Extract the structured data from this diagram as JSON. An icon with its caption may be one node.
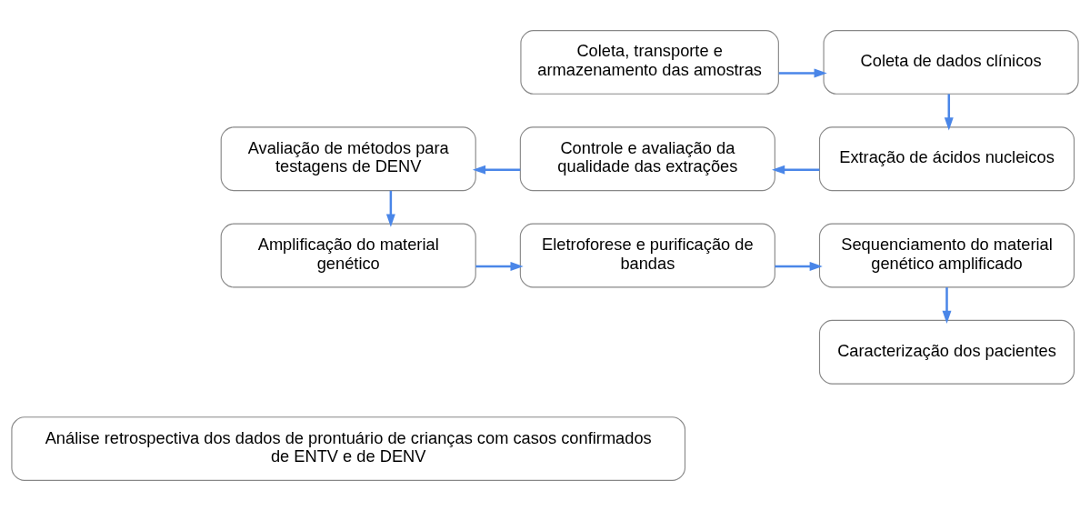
{
  "diagram": {
    "nodes": [
      {
        "text": [
          "Coleta, transporte e armazenamento das amostras"
        ]
      },
      {
        "text": [
          "Coleta de dados clínicos"
        ]
      },
      {
        "text": [
          "Avaliação de métodos para testagens de DENV"
        ]
      },
      {
        "text": [
          "Controle e avaliação da qualidade das extrações"
        ]
      },
      {
        "text": [
          "Extração de ácidos nucleicos"
        ]
      },
      {
        "text": [
          "Amplificação do material genético"
        ]
      },
      {
        "text": [
          "Eletroforese e purificação de bandas"
        ]
      },
      {
        "text": [
          "Sequenciamento do material genético amplificado"
        ]
      },
      {
        "text": [
          "Caracterização dos pacientes"
        ]
      },
      {
        "text": [
          "Análise retrospectiva dos dados de prontuário de crianças com casos confirmados de ENTV e de DENV"
        ]
      }
    ],
    "edges": [
      {
        "from": 0,
        "to": 1,
        "arrow": "to"
      },
      {
        "from": 1,
        "to": 4,
        "arrow": "to"
      },
      {
        "from": 4,
        "to": 3,
        "arrow": "to"
      },
      {
        "from": 3,
        "to": 2,
        "arrow": "to"
      },
      {
        "from": 2,
        "to": 5,
        "arrow": "to"
      },
      {
        "from": 5,
        "to": 6,
        "arrow": "to"
      },
      {
        "from": 6,
        "to": 7,
        "arrow": "to"
      },
      {
        "from": 7,
        "to": 8,
        "arrow": "to"
      }
    ]
  }
}
